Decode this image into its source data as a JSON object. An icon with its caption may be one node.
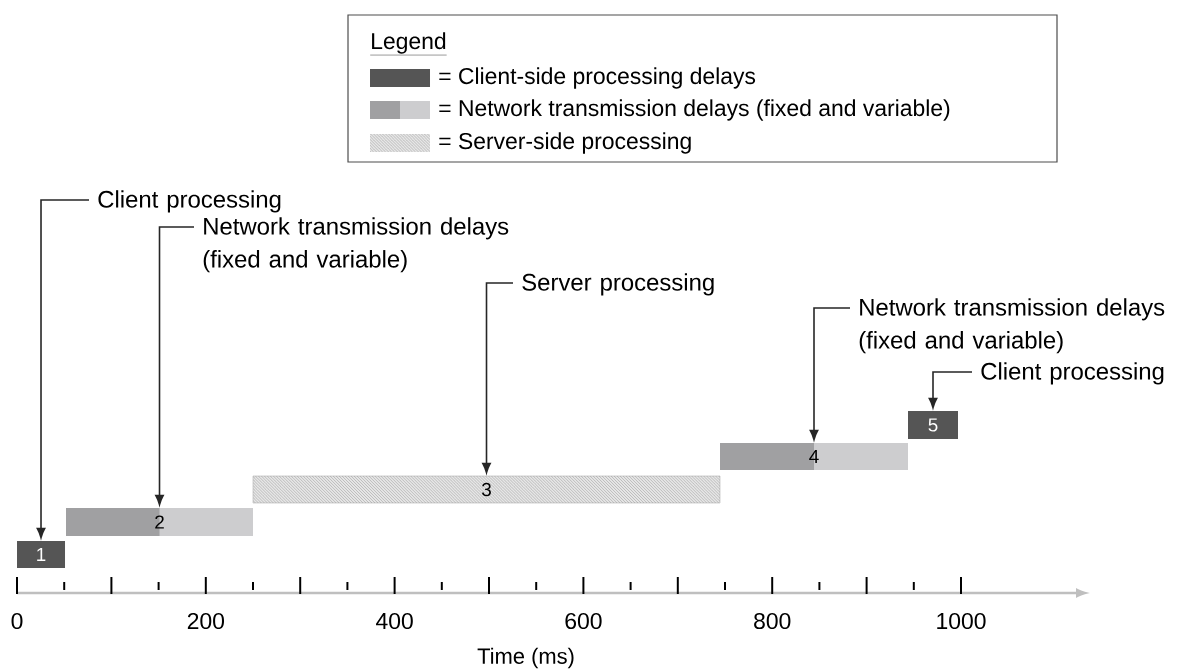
{
  "diagram": {
    "nodes": [
      {
        "text": [
          "1"
        ]
      },
      {
        "text": [
          "2"
        ]
      },
      {
        "text": [
          "3"
        ]
      },
      {
        "text": [
          "4"
        ]
      },
      {
        "text": [
          "5"
        ]
      },
      {
        "text": [
          "Client processing"
        ]
      },
      {
        "text": [
          "Network transmission delays (fixed and variable)"
        ]
      },
      {
        "text": [
          "Server processing"
        ]
      },
      {
        "text": [
          "Network transmission delays (fixed and variable)"
        ]
      },
      {
        "text": [
          "Client processing"
        ]
      }
    ],
    "edges": [
      {
        "from": 5,
        "to": 0,
        "arrow": "to"
      },
      {
        "from": 6,
        "to": 1,
        "arrow": "to"
      },
      {
        "from": 7,
        "to": 2,
        "arrow": "to"
      },
      {
        "from": 8,
        "to": 3,
        "arrow": "to"
      },
      {
        "from": 9,
        "to": 4,
        "arrow": "to"
      }
    ],
    "labels": [
      "Legend",
      "0",
      "200",
      "400",
      "600",
      "800",
      "1000",
      "Time (ms)"
    ],
    "legend": [
      {
        "text": "= Client-side processing delays",
        "color": "#555555"
      },
      {
        "text": "= Network transmission delays (fixed and variable)"
      },
      {
        "text": "= Server-side processing"
      }
    ]
  }
}
